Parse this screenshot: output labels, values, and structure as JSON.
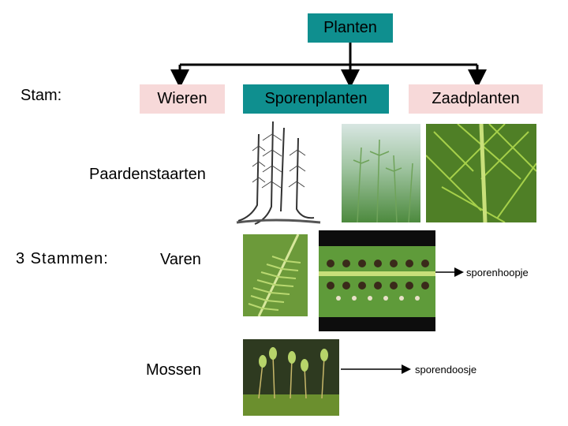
{
  "root": "Planten",
  "stam_label": "Stam:",
  "branches": {
    "wieren": "Wieren",
    "sporenplanten": "Sporenplanten",
    "zaadplanten": "Zaadplanten"
  },
  "paardenstaarten": "Paardenstaarten",
  "stammen_label": "3   Stammen:",
  "varen": "Varen",
  "mossen": "Mossen",
  "annotations": {
    "sporenhoopje": "sporenhoopje",
    "sporendoosje": "sporendoosje"
  },
  "colors": {
    "teal": "#0f8f8f",
    "pink": "#f7d9d9"
  }
}
